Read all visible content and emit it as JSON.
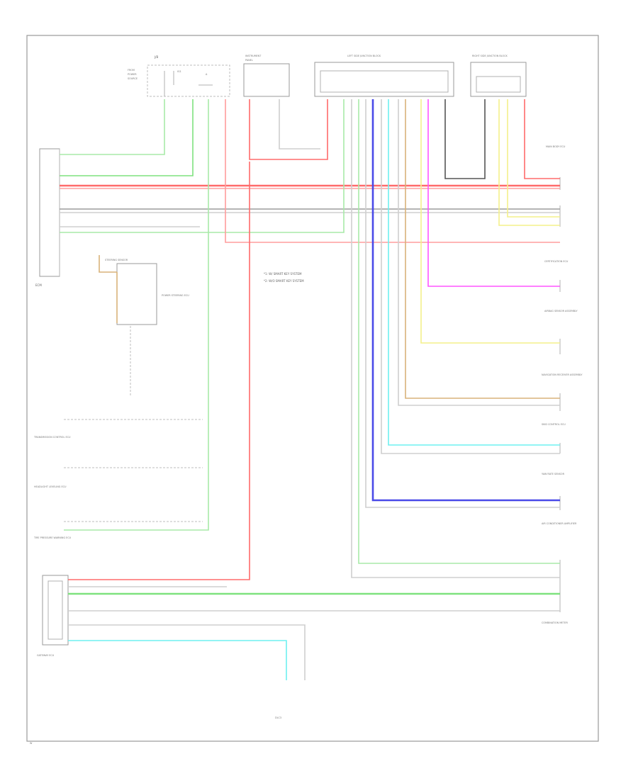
{
  "diagram": {
    "notes": {
      "note1": "*1: W/ SMART KEY SYSTEM",
      "note2": "*2: W/O SMART KEY SYSTEM"
    },
    "components": {
      "ecm": "ECM",
      "combination_meter": "COMBINATION METER",
      "main_body_ecu": "MAIN BODY ECU",
      "certification_ecu": "CERTIFICATION ECU",
      "airbag_sensor": "AIRBAG SENSOR ASSEMBLY",
      "navigation": "NAVIGATION RECEIVER ASSEMBLY",
      "tire_pressure_ecu": "TIRE PRESSURE WARNING ECU",
      "junction_block_left": "LEFT SIDE JUNCTION BLOCK",
      "junction_block_right": "RIGHT SIDE JUNCTION BLOCK",
      "steering_sensor": "STEERING SENSOR",
      "power_steering_ecu": "POWER STEERING ECU",
      "transmission_ecu": "TRANSMISSION CONTROL ECU",
      "skid_control_ecu": "SKID CONTROL ECU",
      "yaw_rate_sensor": "YAW RATE SENSOR",
      "dlc3": "DLC3",
      "gateway_ecu": "GATEWAY ECU",
      "headlight_ecu": "HEADLIGHT LEVELING ECU",
      "air_conditioner_amp": "AIR CONDITIONER AMPLIFIER",
      "footer_code": "W"
    },
    "wire_colors": {
      "red": "#ff6b6b",
      "pink": "#ff9d9d",
      "green": "#7ee27e",
      "light_green": "#a8eaa8",
      "grey": "#9c9c9c",
      "magenta": "#ff55ff",
      "yellow": "#f4f08a",
      "tan": "#d9b27a",
      "cyan": "#6ef0f0",
      "blue": "#4a4ae8"
    }
  }
}
